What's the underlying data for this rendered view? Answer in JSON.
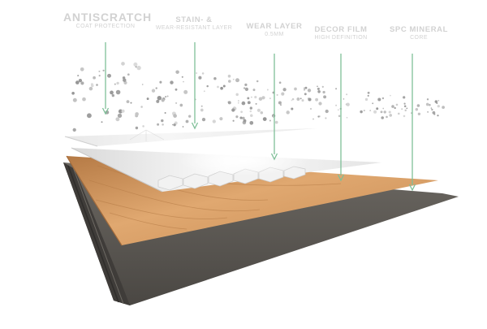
{
  "callouts": [
    {
      "id": "anti-scratch",
      "line1": "ANTISCRATCH",
      "line2": "COAT PROTECTION"
    },
    {
      "id": "stain-resistant",
      "line1": "STAIN- &",
      "line2": "WEAR-RESISTANT LAYER"
    },
    {
      "id": "wear-layer",
      "line1": "WEAR LAYER",
      "line2": "0.5MM"
    },
    {
      "id": "decor-film",
      "line1": "DECOR FILM",
      "line2": "HIGH DEFINITION"
    },
    {
      "id": "mineral-core",
      "line1": "SPC MINERAL",
      "line2": "CORE"
    }
  ],
  "colors": {
    "callout_line": "#7fbf98",
    "label_text": "#d2d2d2",
    "wood": "#d9a06a",
    "core": "#5a5652"
  }
}
